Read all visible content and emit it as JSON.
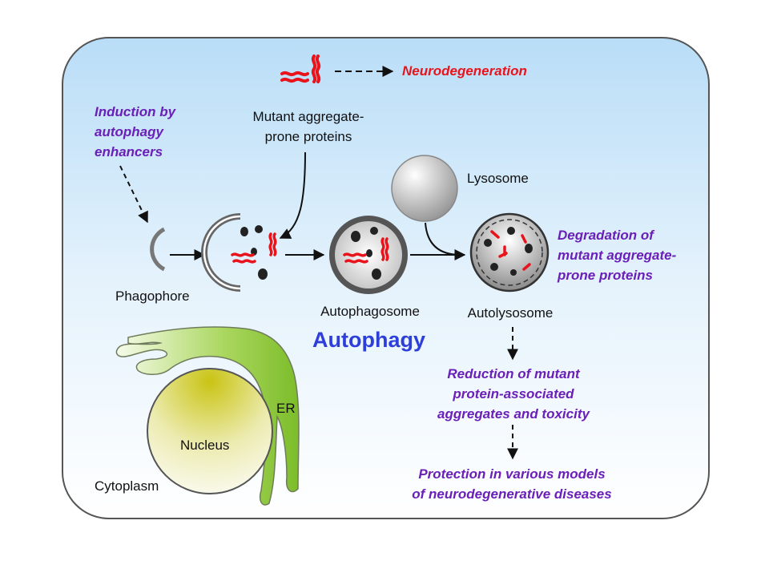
{
  "labels": {
    "neurodegeneration": "Neurodegeneration",
    "mutant_proteins_line1": "Mutant aggregate-",
    "mutant_proteins_line2": "prone proteins",
    "induction_line1": "Induction by",
    "induction_line2": "autophagy",
    "induction_line3": "enhancers",
    "lysosome": "Lysosome",
    "phagophore": "Phagophore",
    "autophagosome": "Autophagosome",
    "autolysosome": "Autolysosome",
    "degradation_line1": "Degradation of",
    "degradation_line2": "mutant aggregate-",
    "degradation_line3": "prone proteins",
    "autophagy_title": "Autophagy",
    "reduction_line1": "Reduction of mutant",
    "reduction_line2": "protein-associated",
    "reduction_line3": "aggregates and toxicity",
    "protection_line1": "Protection in various models",
    "protection_line2": "of neurodegenerative diseases",
    "er": "ER",
    "nucleus": "Nucleus",
    "cytoplasm": "Cytoplasm"
  },
  "colors": {
    "red_emphasis": "#e8131b",
    "purple_emphasis": "#6a1fb8",
    "autophagy_title": "#2e3fd9",
    "cell_background": "#cfe8fb",
    "er_green": "#8cc63f",
    "nucleus_yellow": "#d6d23a"
  }
}
